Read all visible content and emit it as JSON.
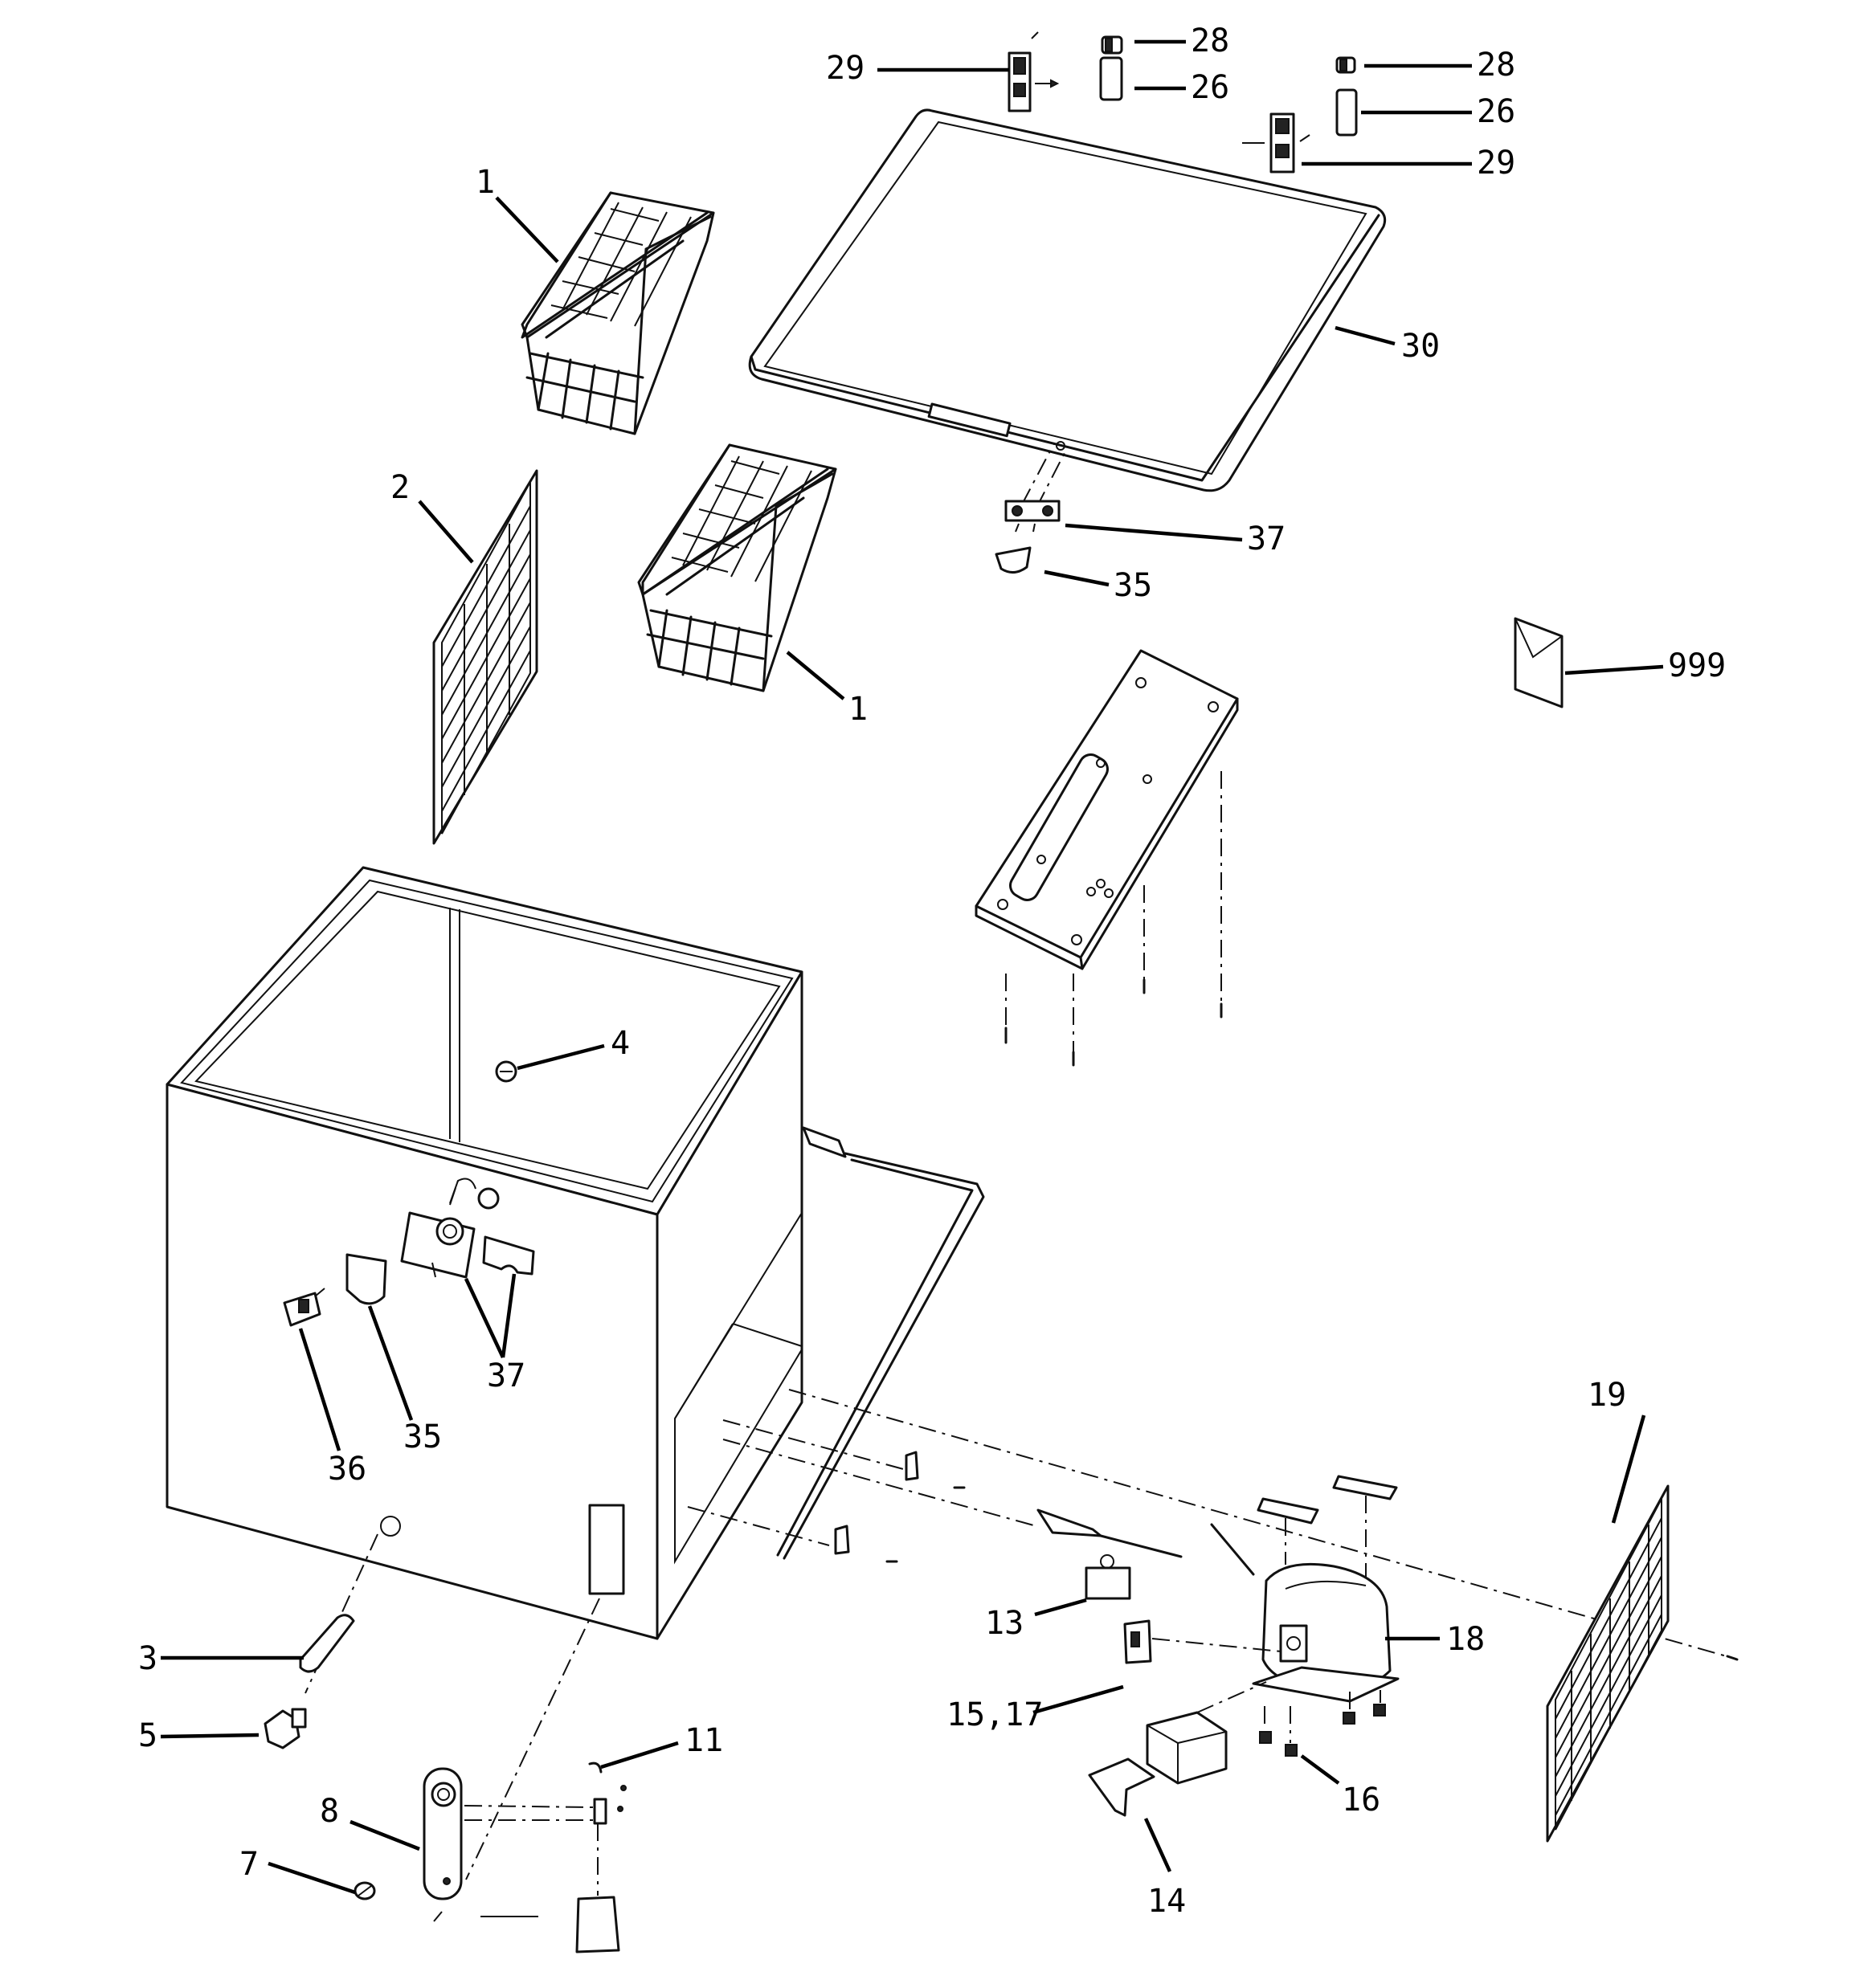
{
  "callouts": [
    {
      "id": "c29a",
      "label": "29"
    },
    {
      "id": "c28a",
      "label": "28"
    },
    {
      "id": "c26a",
      "label": "26"
    },
    {
      "id": "c28b",
      "label": "28"
    },
    {
      "id": "c26b",
      "label": "26"
    },
    {
      "id": "c29b",
      "label": "29"
    },
    {
      "id": "c1a",
      "label": "1"
    },
    {
      "id": "c30",
      "label": "30"
    },
    {
      "id": "c2",
      "label": "2"
    },
    {
      "id": "c37a",
      "label": "37"
    },
    {
      "id": "c35a",
      "label": "35"
    },
    {
      "id": "c999",
      "label": "999"
    },
    {
      "id": "c1b",
      "label": "1"
    },
    {
      "id": "c4",
      "label": "4"
    },
    {
      "id": "c37b",
      "label": "37"
    },
    {
      "id": "c35b",
      "label": "35"
    },
    {
      "id": "c36",
      "label": "36"
    },
    {
      "id": "c19",
      "label": "19"
    },
    {
      "id": "c3",
      "label": "3"
    },
    {
      "id": "c13",
      "label": "13"
    },
    {
      "id": "c18",
      "label": "18"
    },
    {
      "id": "c5",
      "label": "5"
    },
    {
      "id": "c1517",
      "label": "15,17"
    },
    {
      "id": "c11",
      "label": "11"
    },
    {
      "id": "c16",
      "label": "16"
    },
    {
      "id": "c8",
      "label": "8"
    },
    {
      "id": "c7",
      "label": "7"
    },
    {
      "id": "c14",
      "label": "14"
    }
  ]
}
